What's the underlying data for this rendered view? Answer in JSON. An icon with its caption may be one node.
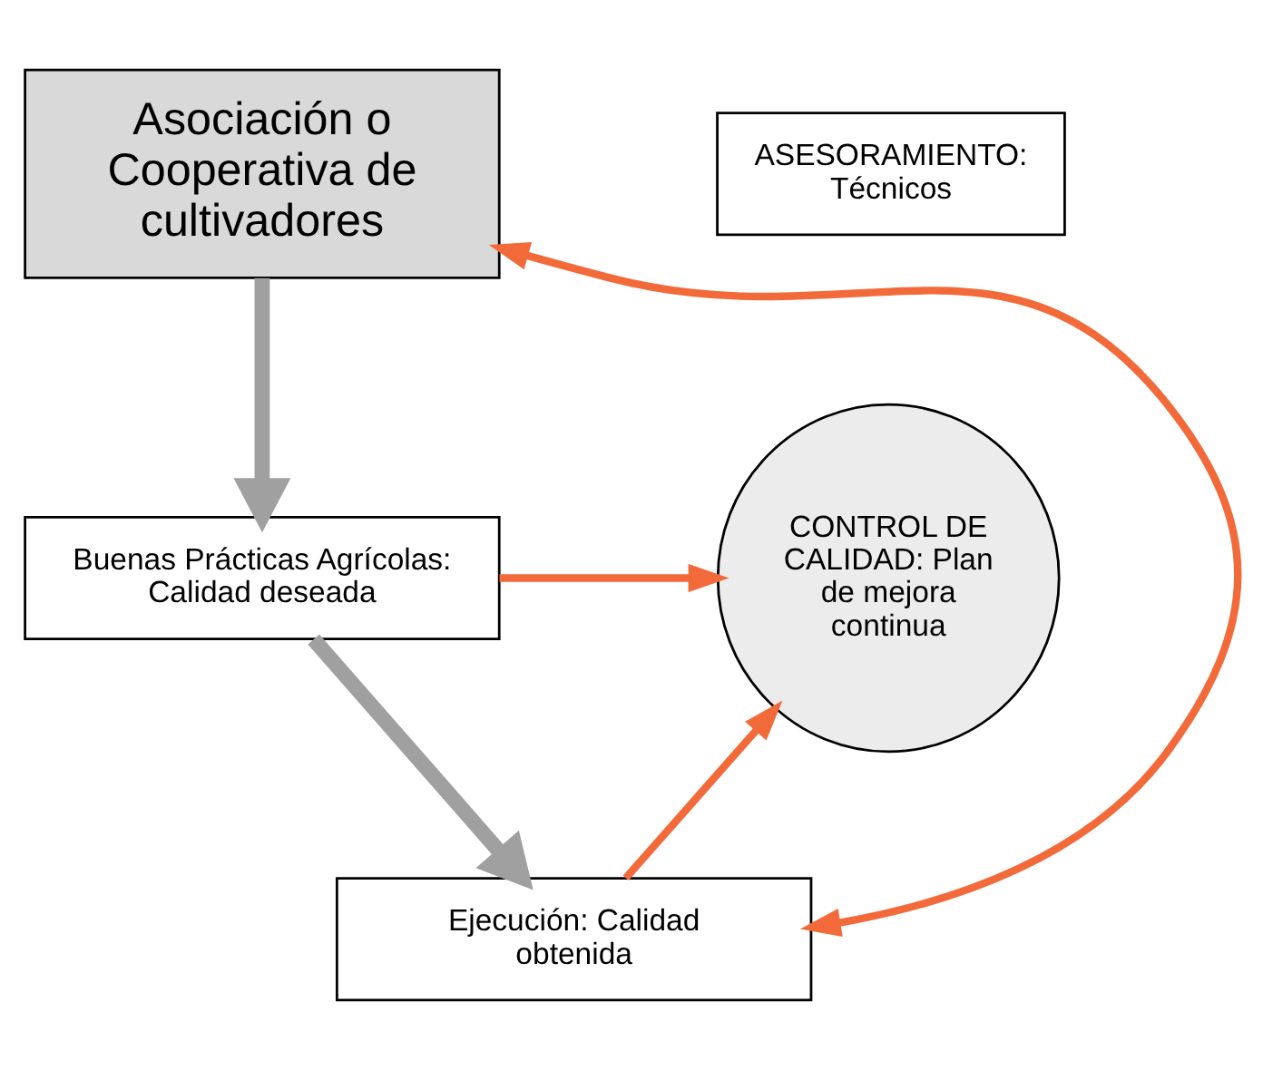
{
  "diagram": {
    "nodes": [
      {
        "text": [
          "Asociación o Cooperativa de cultivadores"
        ]
      },
      {
        "text": [
          "Buenas Prácticas Agrícolas: Calidad deseada"
        ]
      },
      {
        "text": [
          "Ejecución: Calidad obtenida"
        ]
      },
      {
        "text": [
          "ASESORAMIENTO: Técnicos"
        ]
      },
      {
        "text": [
          "CONTROL DE CALIDAD: Plan de mejora continua"
        ]
      }
    ],
    "edges": [
      {
        "from": 0,
        "to": 1,
        "arrow": "to",
        "style": "thick",
        "color": "#a0a0a0"
      },
      {
        "from": 1,
        "to": 2,
        "arrow": "to",
        "style": "thick",
        "color": "#a0a0a0"
      },
      {
        "from": 1,
        "to": 4,
        "arrow": "to"
      },
      {
        "from": 2,
        "to": 4,
        "arrow": "to"
      },
      {
        "from": 2,
        "to": 0,
        "arrow": "both"
      }
    ]
  }
}
